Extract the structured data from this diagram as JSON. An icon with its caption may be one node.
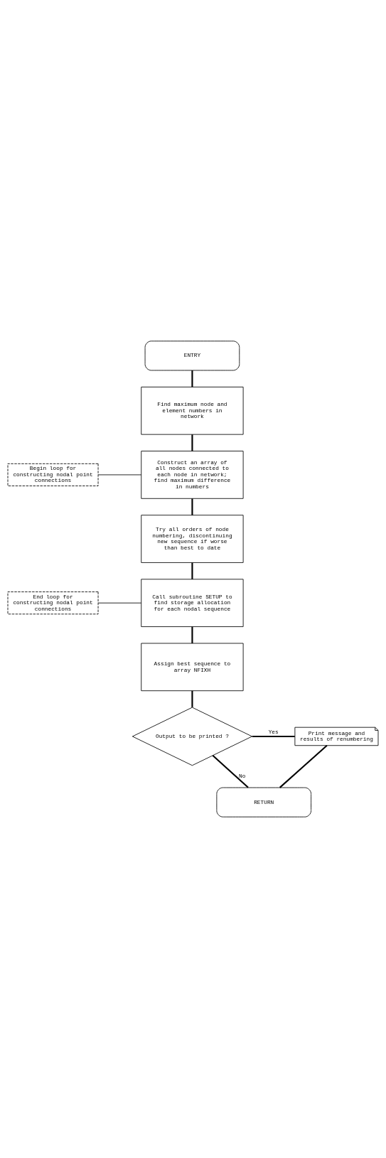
{
  "diagram": {
    "nodes": [
      {
        "text": [
          "ENTRY"
        ]
      },
      {
        "text": [
          "Find maximum node and element numbers in network"
        ]
      },
      {
        "text": [
          "Begin loop for constructing nodal point connections"
        ]
      },
      {
        "text": [
          "Construct an array of all nodes connected to each node in network; find maximum difference in numbers"
        ]
      },
      {
        "text": [
          "Try all orders of node numbering, discontinuing new sequence if worse than best to date"
        ]
      },
      {
        "text": [
          "End loop for constructing nodal point connections"
        ]
      },
      {
        "text": [
          "Call subroutine SETUP to find storage allocation for each nodal sequence"
        ]
      },
      {
        "text": [
          "Assign best sequence to array NFIXH"
        ]
      },
      {
        "text": [
          "Output to be printed ?"
        ]
      },
      {
        "text": [
          "Print message and results of renumbering"
        ]
      },
      {
        "text": [
          "RETURN"
        ]
      }
    ],
    "edges": [
      {
        "from": 0,
        "to": 1,
        "arrow": "none"
      },
      {
        "from": 1,
        "to": 3,
        "arrow": "none"
      },
      {
        "from": 2,
        "to": 3,
        "arrow": "none"
      },
      {
        "from": 3,
        "to": 4,
        "arrow": "none"
      },
      {
        "from": 4,
        "to": 6,
        "arrow": "none"
      },
      {
        "from": 5,
        "to": 6,
        "arrow": "none"
      },
      {
        "from": 6,
        "to": 7,
        "arrow": "none"
      },
      {
        "from": 7,
        "to": 8,
        "arrow": "none"
      },
      {
        "from": 8,
        "to": 9,
        "arrow": "none",
        "label": "Yes"
      },
      {
        "from": 8,
        "to": 10,
        "arrow": "none",
        "label": "No"
      },
      {
        "from": 9,
        "to": 10,
        "arrow": "none"
      }
    ]
  }
}
